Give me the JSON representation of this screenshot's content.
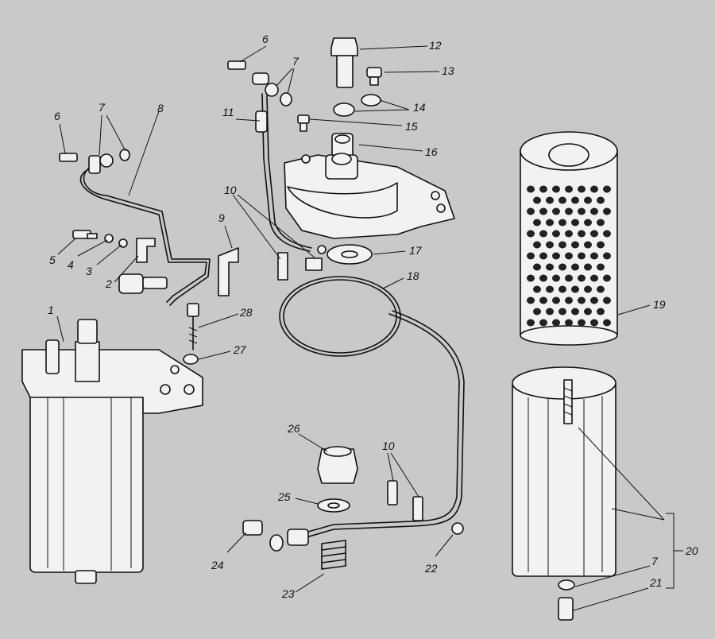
{
  "labels": {
    "l1": "1",
    "l2": "2",
    "l3": "3",
    "l4": "4",
    "l5": "5",
    "l6a": "6",
    "l6b": "6",
    "l7a": "7",
    "l7b": "7",
    "l7c": "7",
    "l8": "8",
    "l9": "9",
    "l10a": "10",
    "l10b": "10",
    "l11": "11",
    "l12": "12",
    "l13": "13",
    "l14": "14",
    "l15": "15",
    "l16": "16",
    "l17": "17",
    "l18": "18",
    "l19": "19",
    "l20": "20",
    "l21": "21",
    "l22": "22",
    "l23": "23",
    "l24": "24",
    "l25": "25",
    "l26": "26",
    "l27": "27",
    "l28": "28"
  },
  "colors": {
    "background": "#c9c9c9",
    "ink": "#111111",
    "part_fill": "#f2f2f2"
  }
}
